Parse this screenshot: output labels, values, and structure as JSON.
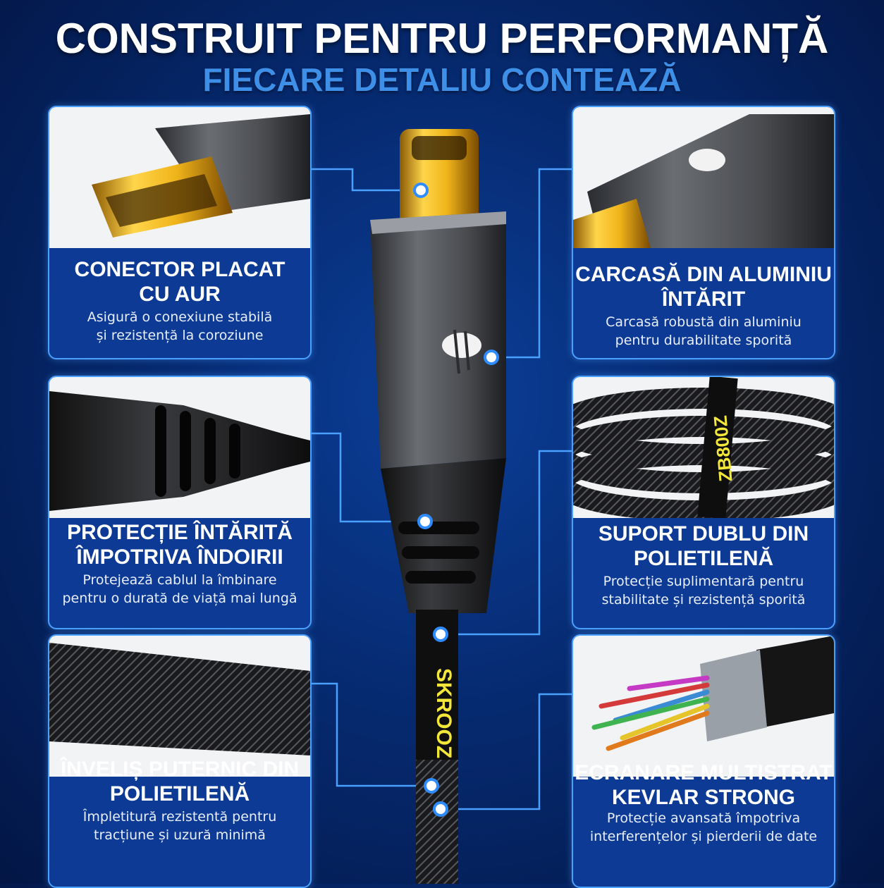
{
  "header": {
    "title": "CONSTRUIT PENTRU PERFORMANȚĂ",
    "subtitle": "FIECARE DETALIU CONTEAZĂ"
  },
  "cable_label": "SKROOZ",
  "mirror_label": "ZB800Z",
  "colors": {
    "background": "#062a70",
    "card_border": "#4aa0ff",
    "accent_blue": "#3d8fe8",
    "gold": "#e8b21a",
    "label_yellow": "#f3e83a"
  },
  "features": [
    {
      "title_lines": [
        "CONECTOR PLACAT",
        "CU AUR"
      ],
      "desc_lines": [
        "Asigură o conexiune stabilă",
        "și rezistență la coroziune"
      ],
      "icon": "gold-connector-photo"
    },
    {
      "title_lines": [
        "CARCASĂ DIN ALUMINIU",
        "ÎNTĂRIT"
      ],
      "desc_lines": [
        "Carcasă robustă din aluminiu",
        "pentru durabilitate sporită"
      ],
      "icon": "aluminum-housing-photo"
    },
    {
      "title_lines": [
        "PROTECȚIE ÎNTĂRITĂ",
        "ÎMPOTRIVA ÎNDOIRII"
      ],
      "desc_lines": [
        "Protejează cablul la îmbinare",
        "pentru o durată de viață mai lungă"
      ],
      "icon": "strain-relief-photo"
    },
    {
      "title_lines": [
        "SUPORT DUBLU DIN",
        "POLIETILENĂ"
      ],
      "desc_lines": [
        "Protecție suplimentară pentru",
        "stabilitate și rezistență sporită"
      ],
      "icon": "coiled-cable-photo"
    },
    {
      "title_lines": [
        "ÎNVELIȘ PUTERNIC DIN",
        "POLIETILENĂ"
      ],
      "desc_lines": [
        "Împletitură rezistentă pentru",
        "tracțiune și uzură minimă"
      ],
      "icon": "braided-sleeve-photo"
    },
    {
      "title_lines": [
        "ECRANARE MULTISTRAT",
        "KEVLAR STRONG"
      ],
      "desc_lines": [
        "Protecție avansată împotriva",
        "interferențelor și pierderii de date"
      ],
      "icon": "shielded-wires-photo"
    }
  ]
}
